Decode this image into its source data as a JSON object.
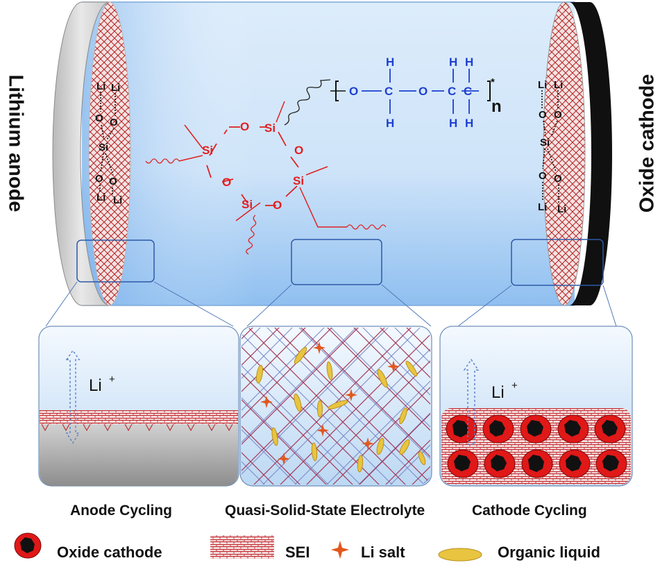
{
  "labels": {
    "left": "Lithium anode",
    "right": "Oxide cathode"
  },
  "molecule": {
    "si": "Si",
    "o": "O",
    "h": "H",
    "c": "C",
    "n": "n",
    "star": "*",
    "li": "Li"
  },
  "panels": {
    "anode_ion": "Li",
    "cathode_ion": "Li",
    "ion_charge": "+"
  },
  "captions": {
    "anode": "Anode Cycling",
    "electrolyte": "Quasi-Solid-State Electrolyte",
    "cathode": "Cathode Cycling"
  },
  "legend": {
    "oxide_cathode": "Oxide cathode",
    "sei": "SEI",
    "li_salt": "Li salt",
    "organic_liquid": "Organic liquid"
  },
  "colors": {
    "electrolyte_light": "#eaf4ff",
    "electrolyte_blue": "#9cc8f5",
    "siloxane_red": "#e02020",
    "polymer_blue": "#1e3fd0",
    "sei_red": "#c0262c",
    "cathode_black": "#111111",
    "salt_orange": "#e3571c",
    "liquid_yellow": "#e6c13a"
  }
}
